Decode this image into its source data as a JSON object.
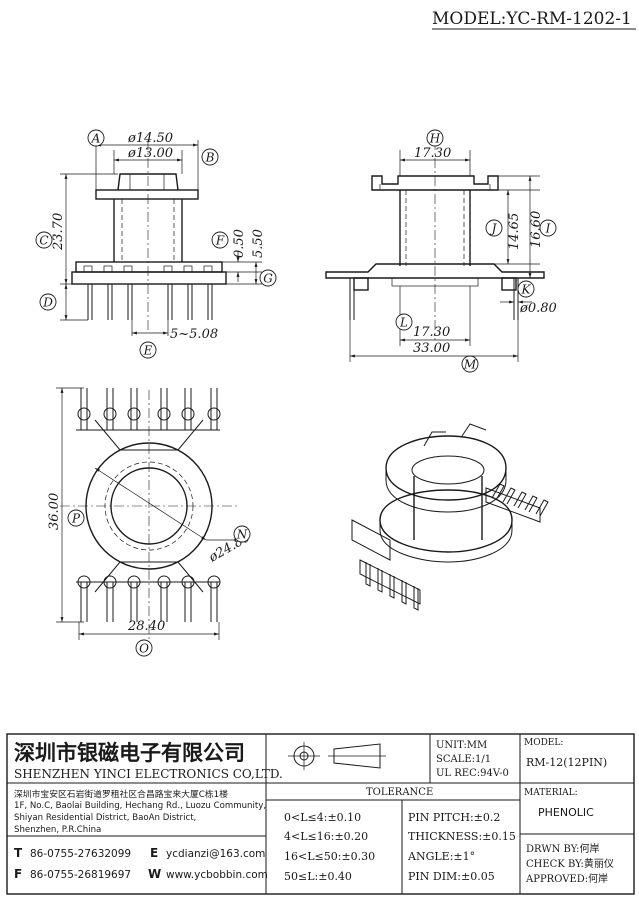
{
  "model": "MODEL:YC-RM-1202-1",
  "dims": {
    "d1": "ø14.50",
    "d2": "ø13.00",
    "d3": "23.70",
    "d4": "0.50",
    "d5": "5.50",
    "d6": "5~5.08",
    "d7": "17.30",
    "d8": "14.65",
    "d9": "16.60",
    "d10": "ø0.80",
    "d11": "17.30",
    "d12": "33.00",
    "d13": "36.00",
    "d14": "ø24.80",
    "d15": "28.40"
  },
  "bubbles": [
    "A",
    "B",
    "C",
    "D",
    "E",
    "F",
    "G",
    "H",
    "I",
    "J",
    "K",
    "L",
    "M",
    "N",
    "O",
    "P"
  ],
  "company": {
    "name_cn": "深圳市银磁电子有限公司",
    "name_en": "SHENZHEN YINCI ELECTRONICS CO,LTD.",
    "addr_cn": "深圳市宝安区石岩街道罗租社区合昌路宝来大厦C栋1楼",
    "addr_en1": "1F, No.C, Baolai Building, Hechang Rd., Luozu Community,",
    "addr_en2": "Shiyan Residential District, BaoAn District,",
    "addr_en3": "Shenzhen, P.R.China",
    "tel_label": "T",
    "tel": "86-0755-27632099",
    "fax_label": "F",
    "fax": "86-0755-26819697",
    "email_label": "E",
    "email": "ycdianzi@163.com",
    "web_label": "W",
    "web": "www.ycbobbin.com"
  },
  "specs": {
    "unit": "UNIT:MM",
    "scale": "SCALE:1/1",
    "ul": "UL REC:94V-0"
  },
  "model_box": {
    "label": "MODEL:",
    "value": "RM-12(12PIN)"
  },
  "material": {
    "label": "MATERIAL:",
    "value": "PHENOLIC"
  },
  "tolerance": {
    "title": "TOLERANCE",
    "left": [
      "0<L≤4:±0.10",
      "4<L≤16:±0.20",
      "16<L≤50:±0.30",
      "50≤L:±0.40"
    ],
    "right": [
      "PIN PITCH:±0.2",
      "THICKNESS:±0.15",
      "ANGLE:±1°",
      "PIN DIM:±0.05"
    ]
  },
  "approvals": {
    "drawn": "DRWN BY:何岸",
    "check": "CHECK BY:黄丽仪",
    "approved": "APPROVED:何岸"
  }
}
